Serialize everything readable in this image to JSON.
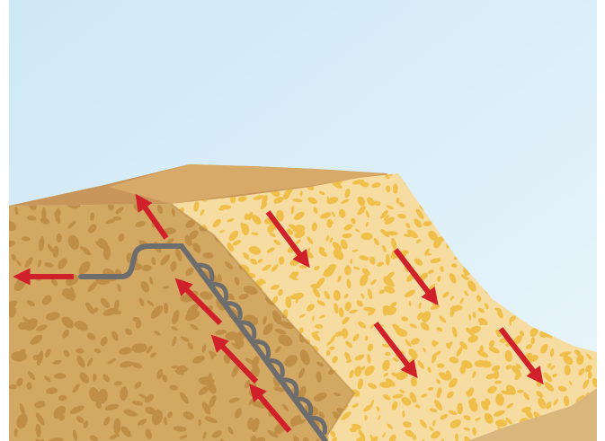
{
  "diagram": {
    "subject": "slope-cross-section-with-drain",
    "colors": {
      "sky_top": "#cde8f6",
      "sky_bottom": "#eaf5fb",
      "ridge": "#c8965a",
      "ridge_light": "#d8aa6a",
      "compact_soil": "#d3a863",
      "compact_soil_spots": "#c08f47",
      "loose_soil": "#f6dca0",
      "loose_soil_spots": "#efbf4a",
      "arrow": "#d0202a",
      "drain_pipe": "#6d6d6d",
      "base_ground": "#d9b67b"
    },
    "arrows": {
      "loose_zone_direction": "down-slope",
      "drain_zone_direction": "up-along-drain",
      "outlet_direction": "left"
    }
  }
}
